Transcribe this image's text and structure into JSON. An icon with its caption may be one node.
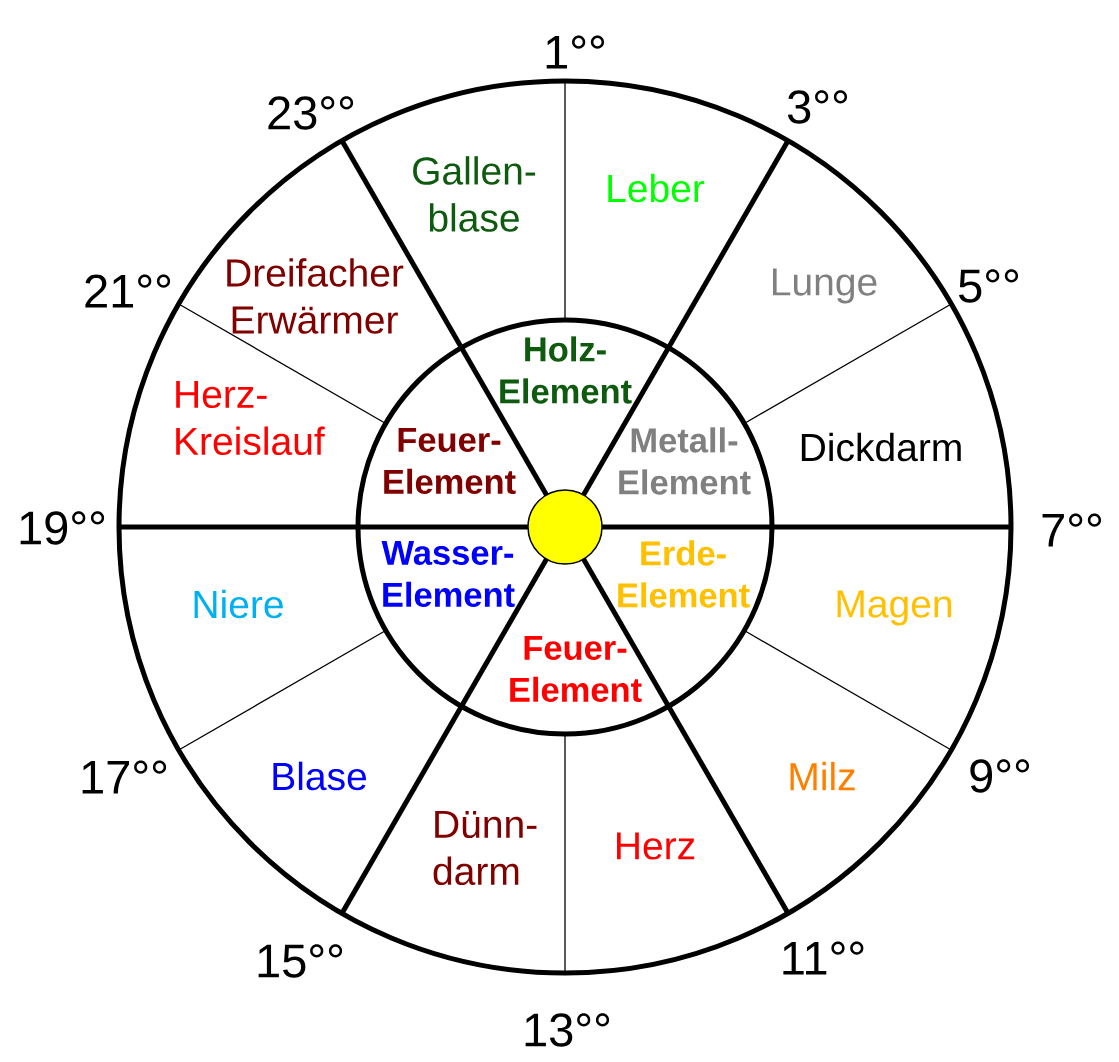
{
  "diagram": {
    "nodes": [
      {
        "text": [
          "Gallen- blase"
        ]
      },
      {
        "text": [
          "Leber"
        ]
      },
      {
        "text": [
          "Lunge"
        ]
      },
      {
        "text": [
          "Dickdarm"
        ]
      },
      {
        "text": [
          "Magen"
        ]
      },
      {
        "text": [
          "Milz"
        ]
      },
      {
        "text": [
          "Herz"
        ]
      },
      {
        "text": [
          "Dünn- darm"
        ]
      },
      {
        "text": [
          "Blase"
        ]
      },
      {
        "text": [
          "Niere"
        ]
      },
      {
        "text": [
          "Herz- Kreislauf"
        ]
      },
      {
        "text": [
          "Dreifacher Erwärmer"
        ]
      },
      {
        "text": [
          "Holz- Element"
        ]
      },
      {
        "text": [
          "Metall- Element"
        ]
      },
      {
        "text": [
          "Erde- Element"
        ]
      },
      {
        "text": [
          "Feuer- Element"
        ]
      },
      {
        "text": [
          "Wasser- Element"
        ]
      },
      {
        "text": [
          "Feuer- Element"
        ]
      },
      {
        "text": [],
        "shape": "circle"
      }
    ],
    "labels": [
      "1°°",
      "3°°",
      "5°°",
      "7°°",
      "9°°",
      "11°°",
      "13°°",
      "15°°",
      "17°°",
      "19°°",
      "21°°",
      "23°°"
    ]
  }
}
